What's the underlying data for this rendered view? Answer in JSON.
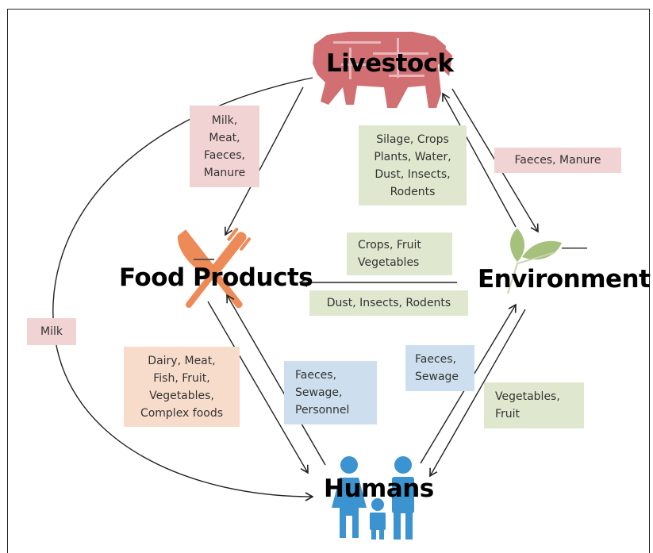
{
  "nodes": {
    "livestock": "Livestock",
    "food_products": "Food Products",
    "environment": "Environment",
    "humans": "Humans"
  },
  "icons": {
    "livestock": "cow-icon",
    "food_products": "knife-fork-icon",
    "environment": "leaves-icon",
    "humans": "family-icon"
  },
  "colors": {
    "pink": "#f2d3d3",
    "green": "#dfe8cf",
    "blue": "#cddfee",
    "peach": "#f8dccb",
    "cow": "#c9565a",
    "cutlery": "#ee8a57",
    "leaf": "#8fb25a",
    "people": "#3b93cf"
  },
  "labels": {
    "livestock_to_food": [
      "Milk,",
      "Meat,",
      "Faeces,",
      "Manure"
    ],
    "env_to_livestock": [
      "Silage, Crops",
      "Plants, Water,",
      "Dust, Insects,",
      "Rodents"
    ],
    "livestock_to_env": [
      "Faeces, Manure"
    ],
    "env_to_food_top": [
      "Crops, Fruit",
      "Vegetables"
    ],
    "env_to_food_bottom": [
      "Dust, Insects, Rodents"
    ],
    "livestock_to_humans": [
      "Milk"
    ],
    "food_to_humans": [
      "Dairy, Meat,",
      "Fish, Fruit,",
      "Vegetables,",
      "Complex foods"
    ],
    "humans_to_food": [
      "Faeces,",
      "Sewage,",
      "Personnel"
    ],
    "humans_to_env": [
      "Faeces,",
      "Sewage"
    ],
    "env_to_humans": [
      "Vegetables,",
      "Fruit"
    ]
  }
}
